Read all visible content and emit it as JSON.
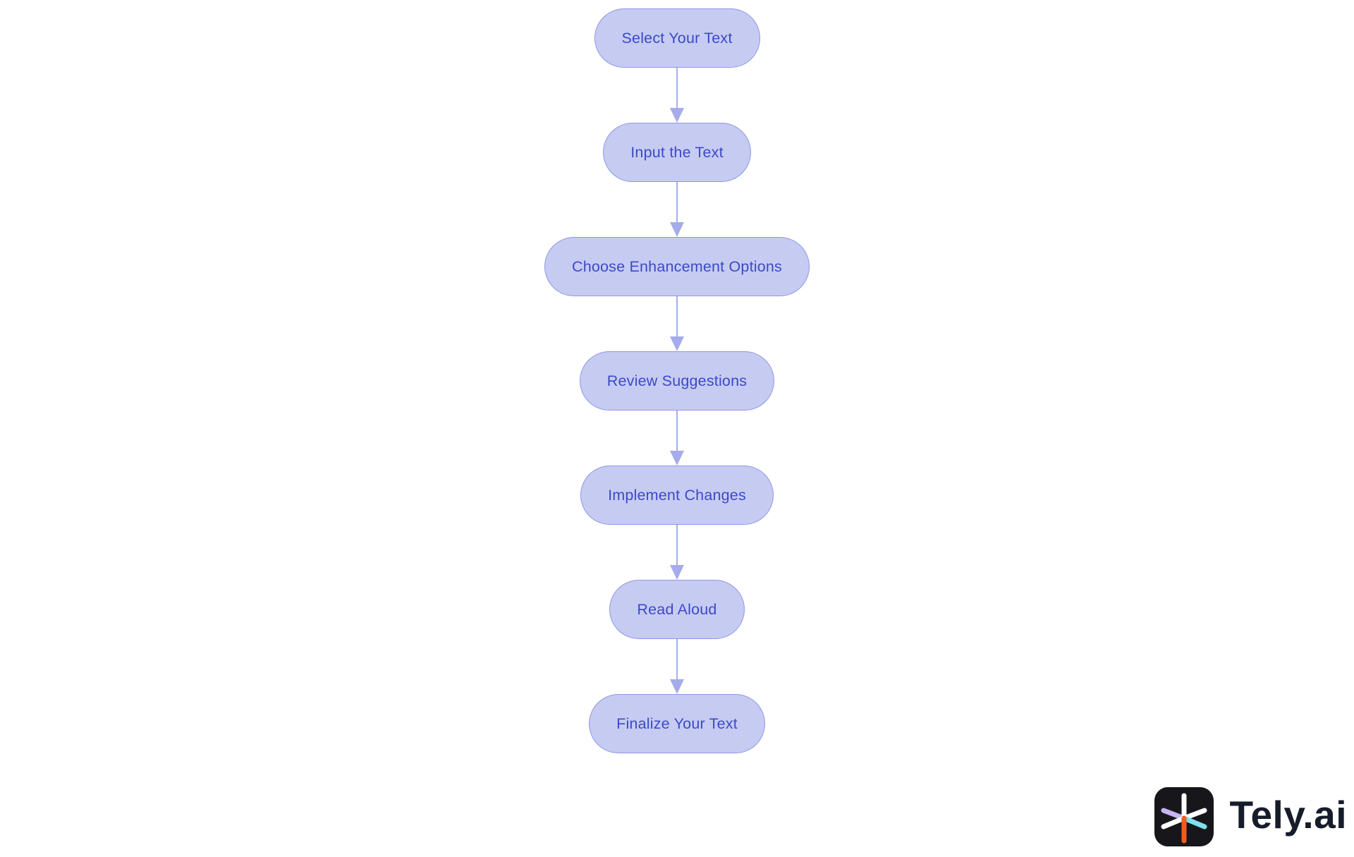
{
  "flowchart": {
    "nodes": [
      {
        "label": "Select Your Text"
      },
      {
        "label": "Input the Text"
      },
      {
        "label": "Choose Enhancement Options"
      },
      {
        "label": "Review Suggestions"
      },
      {
        "label": "Implement Changes"
      },
      {
        "label": "Read Aloud"
      },
      {
        "label": "Finalize Your Text"
      }
    ],
    "colors": {
      "node_fill": "#c6cbf2",
      "node_border": "#8f97e6",
      "node_text": "#3c4ac6",
      "arrow": "#a6ace9"
    }
  },
  "branding": {
    "logo_text": "Tely.ai",
    "icon_name": "tely-asterisk-icon",
    "icon_colors": {
      "background": "#17171b",
      "spoke_top": "#ffffff",
      "spoke_bottom": "#f4591d",
      "spoke_upper_left": "#c8b4f3",
      "spoke_lower_left": "#ffffff",
      "spoke_upper_right": "#ffffff",
      "spoke_lower_right": "#7ee0f0"
    },
    "text_color": "#171c2b"
  }
}
